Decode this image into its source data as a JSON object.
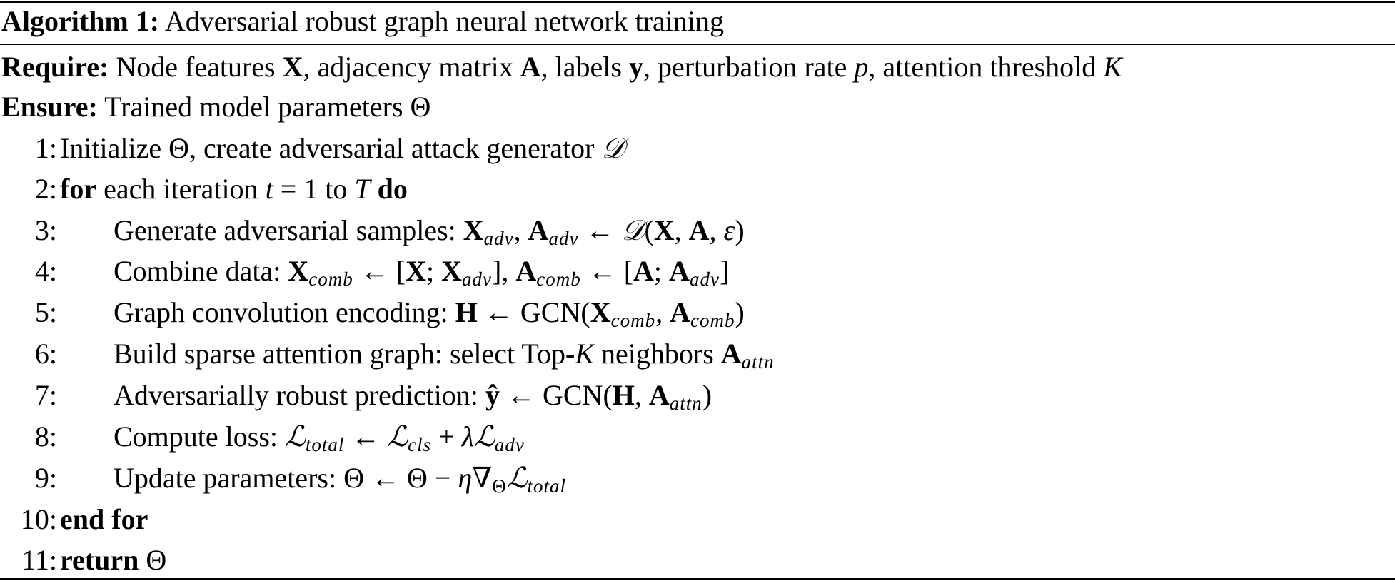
{
  "algorithm": {
    "label": "Algorithm 1:",
    "title": "Adversarial robust graph neural network training",
    "require_kw": "Require:",
    "ensure_kw": "Ensure:",
    "ensure_text": "Trained model parameters Θ",
    "lines": [
      {
        "num": "1:"
      },
      {
        "num": "2:",
        "kw_for": "for",
        "kw_do": "do"
      },
      {
        "num": "3:"
      },
      {
        "num": "4:"
      },
      {
        "num": "5:"
      },
      {
        "num": "6:"
      },
      {
        "num": "7:"
      },
      {
        "num": "8:"
      },
      {
        "num": "9:"
      },
      {
        "num": "10:",
        "kw": "end for"
      },
      {
        "num": "11:",
        "kw": "return",
        "text": "Θ"
      }
    ]
  }
}
